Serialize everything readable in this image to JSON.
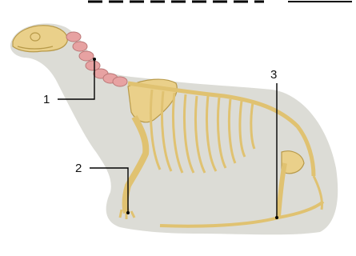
{
  "diagram": {
    "subject": "seal-skeleton",
    "colors": {
      "background": "#ffffff",
      "silhouette": "#dcdcd6",
      "bone": "#e8cf82",
      "bone_outline": "#b89a4a",
      "cervical": "#e7a2a2",
      "leader": "#000000"
    },
    "labels": [
      {
        "id": "1",
        "text": "1"
      },
      {
        "id": "2",
        "text": "2"
      },
      {
        "id": "3",
        "text": "3"
      }
    ]
  }
}
